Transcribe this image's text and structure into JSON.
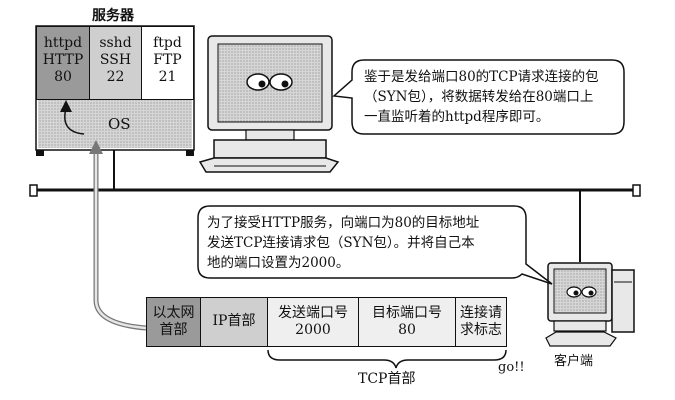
{
  "server": {
    "title": "服务器",
    "services": [
      {
        "name": "httpd",
        "proto": "HTTP",
        "port": "80"
      },
      {
        "name": "sshd",
        "proto": "SSH",
        "port": "22"
      },
      {
        "name": "ftpd",
        "proto": "FTP",
        "port": "21"
      }
    ],
    "os_label": "OS"
  },
  "bubble_server": {
    "lines": [
      "鉴于是发给端口80的TCP请求连接的包",
      "（SYN包），将数据转发给在80端口上",
      "一直监听着的httpd程序即可。"
    ]
  },
  "bubble_client": {
    "lines": [
      "为了接受HTTP服务，向端口为80的目标地址",
      "发送TCP连接请求包（SYN包）。并将自己本",
      "地的端口设置为2000。"
    ]
  },
  "packet": {
    "ethernet_lines": [
      "以太网",
      "首部"
    ],
    "ip_header": "IP首部",
    "src_port_label": "发送端口号",
    "src_port_value": "2000",
    "dst_port_label": "目标端口号",
    "dst_port_value": "80",
    "flag_lines": [
      "连接请",
      "求标志"
    ],
    "tcp_header_caption": "TCP首部"
  },
  "client_label": "客户端",
  "go_text": "go!!",
  "colors": {
    "dark": "#9a9a9a",
    "mid": "#cfcfcf",
    "light": "#efefef",
    "line": "#111111"
  }
}
